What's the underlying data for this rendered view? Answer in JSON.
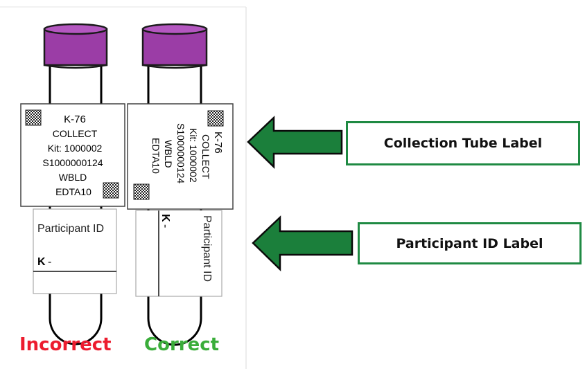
{
  "callouts": {
    "collection_tube_label": "Collection Tube Label",
    "participant_id_label": "Participant ID Label"
  },
  "captions": {
    "incorrect": "Incorrect",
    "correct": "Correct"
  },
  "tube_label": {
    "line1": "K-76",
    "line2": "COLLECT",
    "line3": "Kit: 1000002",
    "line4": "S1000000124",
    "line5": "WBLD",
    "line6": "EDTA10"
  },
  "participant_label": {
    "title": "Participant ID",
    "prefix": "K",
    "dash": "-"
  },
  "colors": {
    "cap": "#9b3da6",
    "arrow": "#1b7f3b",
    "incorrect": "#ec1c2e",
    "correct": "#3aad3a",
    "callout_border": "#1f8a43"
  }
}
